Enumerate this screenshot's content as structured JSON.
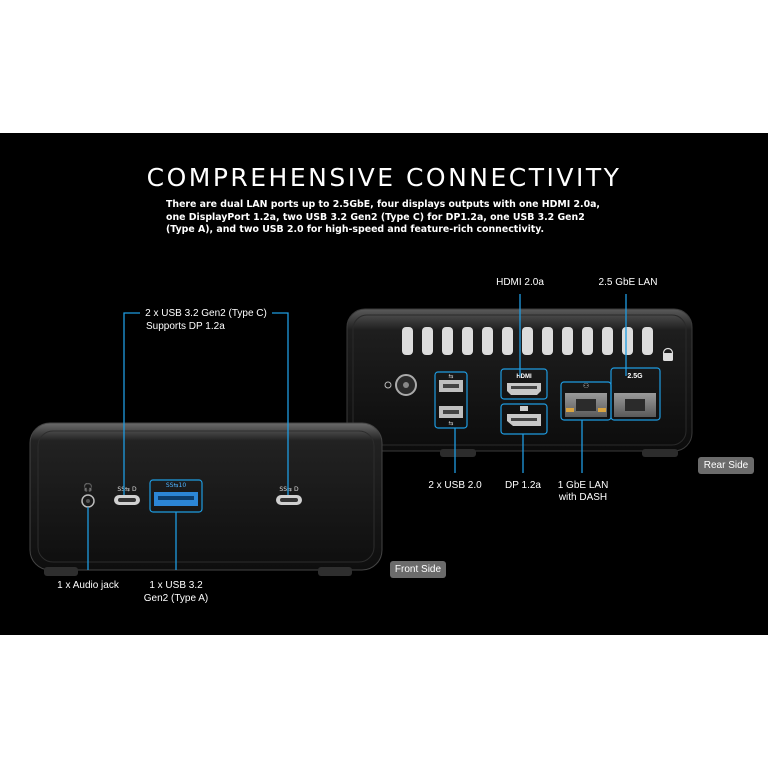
{
  "header": {
    "title": "COMPREHENSIVE CONNECTIVITY",
    "description": "There are dual LAN ports up to 2.5GbE, four displays outputs with one HDMI 2.0a, one DisplayPort 1.2a, two USB 3.2 Gen2 (Type C) for DP1.2a, one USB 3.2 Gen2 (Type A), and two USB 2.0 for high-speed and feature-rich connectivity."
  },
  "rear": {
    "side_label": "Rear Side",
    "callouts": {
      "hdmi": "HDMI 2.0a",
      "lan25": "2.5 GbE LAN",
      "usb20": "2 x USB 2.0",
      "dp": "DP 1.2a",
      "lan1_line1": "1 GbE LAN",
      "lan1_line2": "with DASH"
    },
    "port_marks": {
      "hdmi": "HDMI",
      "lan25": "2.5G"
    }
  },
  "front": {
    "side_label": "Front Side",
    "callouts": {
      "usbc_line1": "2 x USB 3.2 Gen2 (Type C)",
      "usbc_line2": "Supports DP 1.2a",
      "audio": "1 x Audio jack",
      "usba_line1": "1 x USB 3.2",
      "usba_line2": "Gen2 (Type A)"
    }
  },
  "colors": {
    "background": "#000000",
    "callout_line": "#1e9be0",
    "text": "#ffffff",
    "side_label_bg": "#6b6b6b"
  }
}
